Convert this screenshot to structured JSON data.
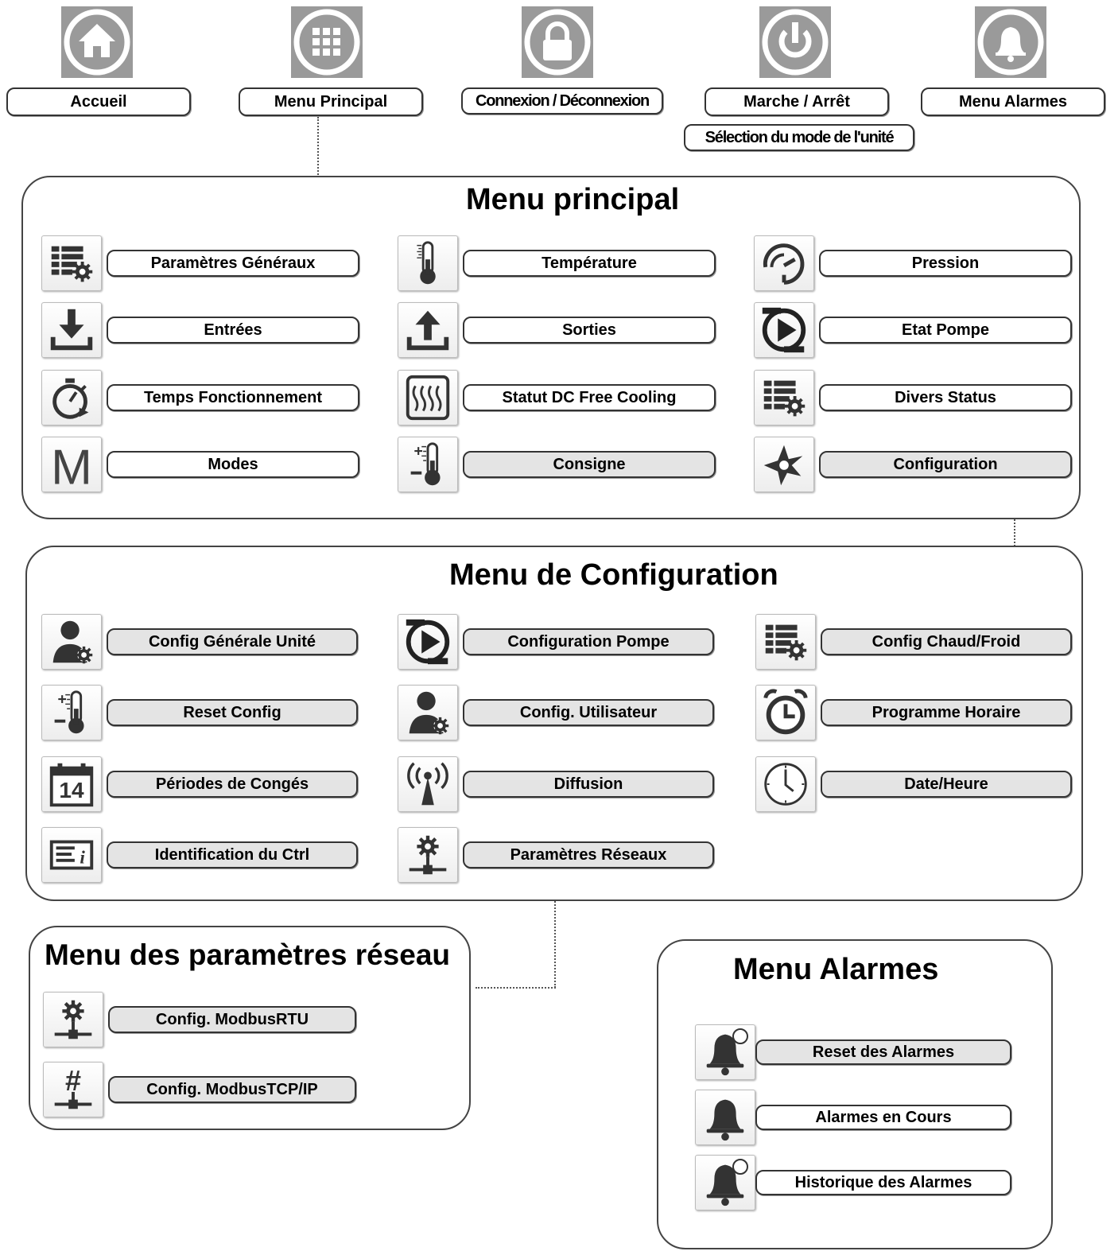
{
  "top_bar": {
    "home": "Accueil",
    "main_menu": "Menu Principal",
    "login": "Connexion / Déconnexion",
    "on_off": "Marche / Arrêt",
    "alarms_menu": "Menu Alarmes",
    "unit_mode": "Sélection du mode de l'unité"
  },
  "main_menu": {
    "title": "Menu principal",
    "items": [
      {
        "label": "Paramètres Généraux",
        "icon": "settings-list-icon"
      },
      {
        "label": "Température",
        "icon": "thermometer-icon"
      },
      {
        "label": "Pression",
        "icon": "pressure-gauge-icon"
      },
      {
        "label": "Entrées",
        "icon": "download-arrow-icon"
      },
      {
        "label": "Sorties",
        "icon": "upload-arrow-icon"
      },
      {
        "label": "Etat Pompe",
        "icon": "pump-icon"
      },
      {
        "label": "Temps Fonctionnement",
        "icon": "stopwatch-icon"
      },
      {
        "label": "Statut DC Free Cooling",
        "icon": "heat-waves-icon"
      },
      {
        "label": "Divers Status",
        "icon": "settings-list-icon"
      },
      {
        "label": "Modes",
        "icon": "letter-m-icon"
      },
      {
        "label": "Consigne",
        "icon": "setpoint-thermometer-icon"
      },
      {
        "label": "Configuration",
        "icon": "tools-icon"
      }
    ]
  },
  "config_menu": {
    "title": "Menu de Configuration",
    "items": [
      {
        "label": "Config Générale Unité",
        "icon": "user-gear-icon"
      },
      {
        "label": "Configuration Pompe",
        "icon": "pump-icon"
      },
      {
        "label": "Config Chaud/Froid",
        "icon": "settings-list-icon"
      },
      {
        "label": "Reset Config",
        "icon": "setpoint-thermometer-icon"
      },
      {
        "label": "Config. Utilisateur",
        "icon": "user-gear-icon"
      },
      {
        "label": "Programme Horaire",
        "icon": "alarm-clock-icon"
      },
      {
        "label": "Périodes de Congés",
        "icon": "calendar-icon"
      },
      {
        "label": "Diffusion",
        "icon": "antenna-icon"
      },
      {
        "label": "Date/Heure",
        "icon": "clock-icon"
      },
      {
        "label": "Identification du Ctrl",
        "icon": "id-card-icon"
      },
      {
        "label": "Paramètres Réseaux",
        "icon": "network-gear-icon"
      }
    ],
    "calendar_day": "14"
  },
  "network_menu": {
    "title": "Menu des paramètres réseau",
    "items": [
      {
        "label": "Config. ModbusRTU",
        "icon": "network-gear-icon"
      },
      {
        "label": "Config. ModbusTCP/IP",
        "icon": "network-hash-icon"
      }
    ],
    "hash_glyph": "#"
  },
  "alarms_menu": {
    "title": "Menu Alarmes",
    "items": [
      {
        "label": "Reset des Alarmes",
        "icon": "bell-reset-icon"
      },
      {
        "label": "Alarmes en Cours",
        "icon": "bell-icon"
      },
      {
        "label": "Historique des Alarmes",
        "icon": "bell-history-icon"
      }
    ]
  },
  "colors": {
    "top_icon_bg": "#9a9a9a",
    "pill_border": "#333333",
    "pill_grey": "#e4e4e4",
    "icon_dark": "#2b2b2b"
  }
}
